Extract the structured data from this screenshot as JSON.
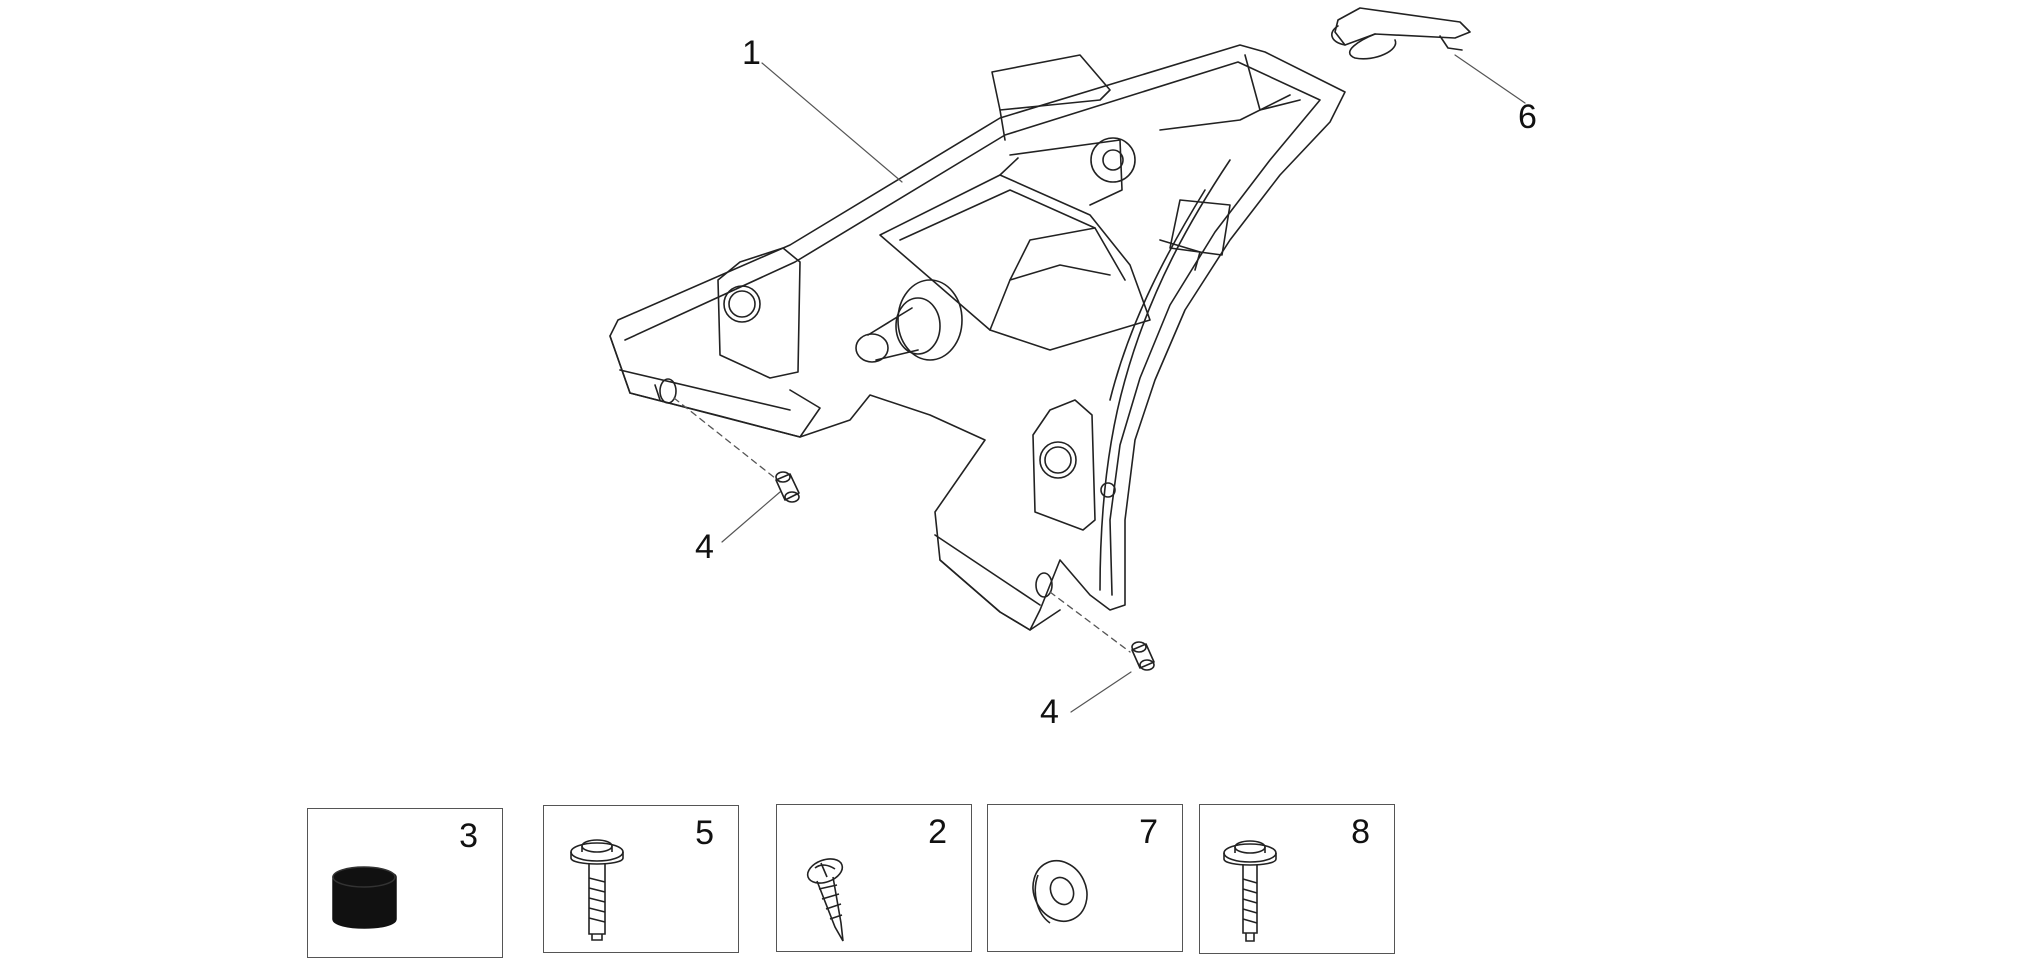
{
  "callouts": {
    "part1": "1",
    "part6": "6",
    "part4_left": "4",
    "part4_right": "4"
  },
  "hardware_boxes": [
    {
      "number": "3",
      "icon": "rubber-bush-icon"
    },
    {
      "number": "5",
      "icon": "flanged-screw-icon"
    },
    {
      "number": "2",
      "icon": "self-tapping-screw-icon"
    },
    {
      "number": "7",
      "icon": "washer-icon"
    },
    {
      "number": "8",
      "icon": "flanged-screw-icon"
    }
  ],
  "colors": {
    "line": "#222222",
    "leader": "#555555",
    "background": "#ffffff"
  }
}
